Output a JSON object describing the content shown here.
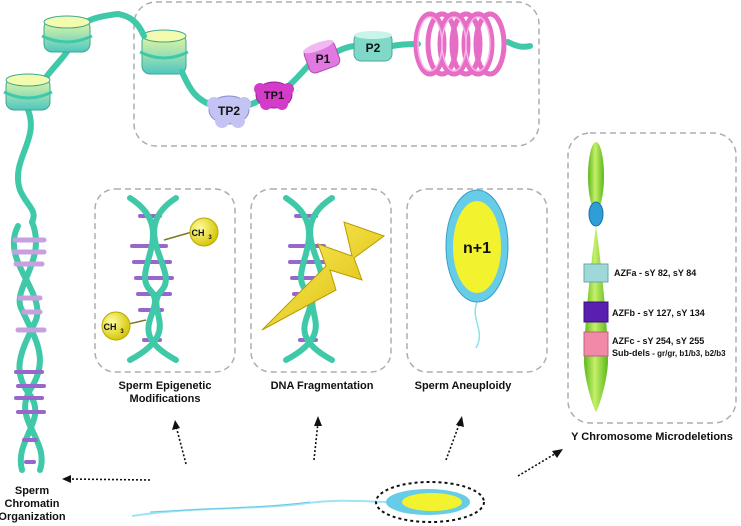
{
  "labels": {
    "chromatin_organization": [
      "Sperm",
      "Chromatin",
      "Organization"
    ],
    "epigenetic": [
      "Sperm Epigenetic",
      "Modifications"
    ],
    "fragmentation": "DNA Fragmentation",
    "aneuploidy": "Sperm Aneuploidy",
    "y_microdeletions": "Y Chromosome Microdeletions"
  },
  "proteins": {
    "tp2": "TP2",
    "tp1": "TP1",
    "p1": "P1",
    "p2": "P2"
  },
  "methyl": {
    "top": {
      "base": "CH",
      "sub": "3"
    },
    "bottom": {
      "base": "CH",
      "sub": "3"
    }
  },
  "aneuploidy_cell": "n+1",
  "azf": {
    "a": {
      "name": "AZFa",
      "markers": " - sY 82, sY 84"
    },
    "b": {
      "name": "AZFb",
      "markers": " - sY 127, sY 134"
    },
    "c": {
      "name": "AZFc",
      "markers": " - sY 254, sY 255"
    },
    "subdels": {
      "name": "Sub-dels",
      "markers": " - gr/gr, b1/b3, b2/b3"
    }
  },
  "colors": {
    "dna": "#3fc9a8",
    "rung": "#9966cc",
    "box_border": "#a8b0b0",
    "chromosome": "#8fd82e",
    "azfa": "#9fd8d8",
    "azfb": "#5a1fb0",
    "azfc": "#f08aa8",
    "tp1": "#d23cc8",
    "tp2": "#b5b5f0",
    "p1": "#e07ae0",
    "p2": "#7fd8c8",
    "toroid": "#f080d0",
    "sperm_head": "#f2f22e"
  }
}
